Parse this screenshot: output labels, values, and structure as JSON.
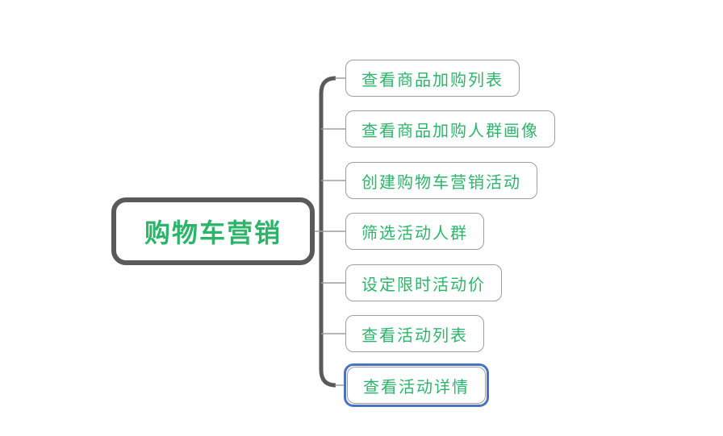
{
  "diagram": {
    "type": "mindmap",
    "root": {
      "label": "购物车营销"
    },
    "children": [
      {
        "label": "查看商品加购列表",
        "selected": false
      },
      {
        "label": "查看商品加购人群画像",
        "selected": false
      },
      {
        "label": "创建购物车营销活动",
        "selected": false
      },
      {
        "label": "筛选活动人群",
        "selected": false
      },
      {
        "label": "设定限时活动价",
        "selected": false
      },
      {
        "label": "查看活动列表",
        "selected": false
      },
      {
        "label": "查看活动详情",
        "selected": true
      }
    ],
    "colors": {
      "text_green": "#2cb56a",
      "root_border": "#5a5a5a",
      "child_border": "#9e9e9e",
      "connector_thick": "#5a5a5a",
      "connector_thin": "#9e9e9e",
      "selection_blue": "#4a72c4",
      "background": "#ffffff"
    }
  }
}
